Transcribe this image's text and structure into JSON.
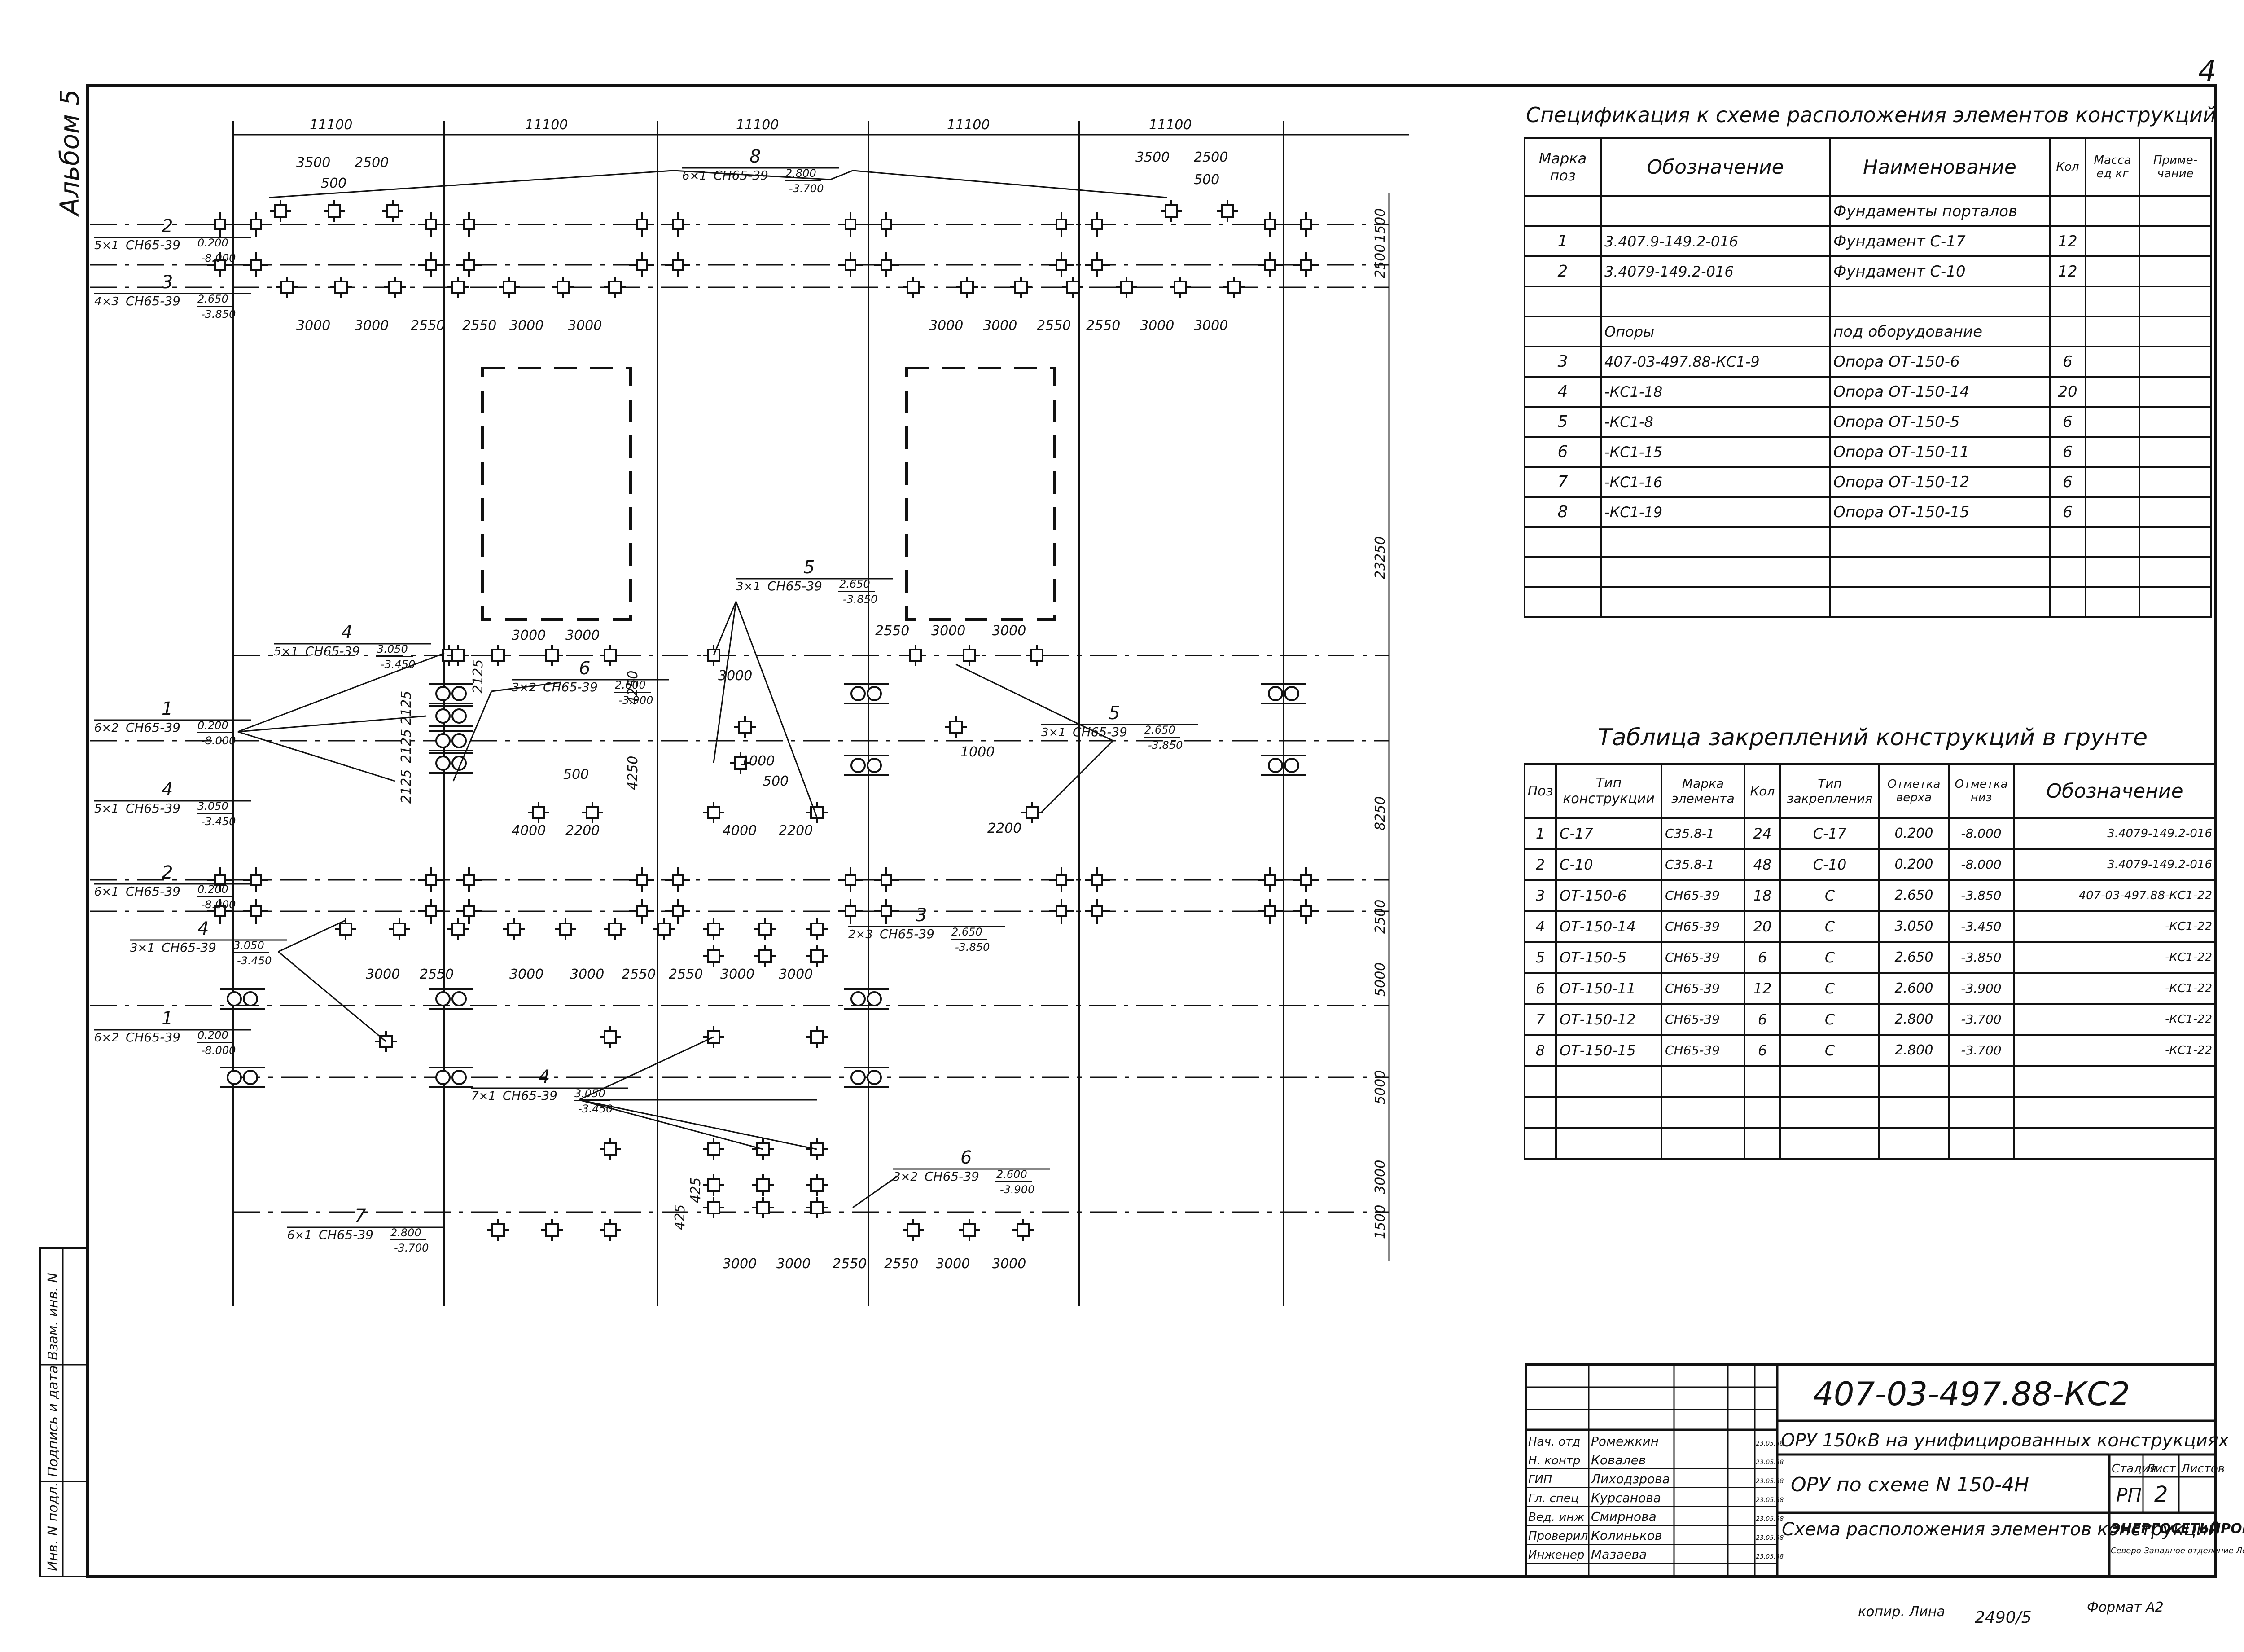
{
  "sheet": {
    "number": "4",
    "album": "Альбом 5",
    "copy_note": "копир. Лина",
    "order_no": "2490/5",
    "format": "Формат А2"
  },
  "plan": {
    "top_dims": [
      "11100",
      "11100",
      "11100",
      "11100",
      "11100"
    ],
    "right_dims": [
      "1500",
      "2500",
      "23250",
      "8250",
      "2500",
      "5000",
      "5000",
      "3000",
      "1500"
    ],
    "dims_small": {
      "a1": "3500",
      "a2": "2500",
      "a3": "500",
      "b1": "3500",
      "b2": "2500",
      "b3": "500",
      "r1": [
        "3000",
        "3000",
        "2550",
        "2550",
        "3000",
        "3000"
      ],
      "r1b": [
        "3000",
        "3000",
        "2550",
        "2550",
        "3000",
        "3000"
      ],
      "mid1": [
        "3000",
        "3000"
      ],
      "mid2": [
        "2550",
        "3000",
        "3000"
      ],
      "v1": [
        "2125",
        "2125",
        "2125",
        "2125"
      ],
      "v2": "4250",
      "v3": "4250",
      "m500": "500",
      "m500b": "500",
      "m1000": "1000",
      "m1000b": "1000",
      "m3000": "3000",
      "m4000": "4000",
      "m2200": "2200",
      "m4000b": "4000",
      "m2200b": "2200",
      "m2200c": "2200",
      "low1": [
        "3000",
        "2550"
      ],
      "low2": [
        "3000",
        "3000",
        "2550",
        "2550",
        "3000",
        "3000"
      ],
      "bot": [
        "3000",
        "3000",
        "2550",
        "2550",
        "3000",
        "3000"
      ],
      "v425": [
        "425",
        "425"
      ]
    },
    "callouts": [
      {
        "num": "8",
        "count": "6×1",
        "mark": "СН65-39",
        "top": "2.800",
        "bot": "-3.700"
      },
      {
        "num": "2",
        "count": "5×1",
        "mark": "СН65-39",
        "top": "0.200",
        "bot": "-8.000"
      },
      {
        "num": "3",
        "count": "4×3",
        "mark": "СН65-39",
        "top": "2.650",
        "bot": "-3.850"
      },
      {
        "num": "4",
        "count": "5×1",
        "mark": "СН65-39",
        "top": "3.050",
        "bot": "-3.450"
      },
      {
        "num": "6",
        "count": "3×2",
        "mark": "СН65-39",
        "top": "2.600",
        "bot": "-3.900"
      },
      {
        "num": "5",
        "count": "3×1",
        "mark": "СН65-39",
        "top": "2.650",
        "bot": "-3.850"
      },
      {
        "num": "1",
        "count": "6×2",
        "mark": "СН65-39",
        "top": "0.200",
        "bot": "-8.000"
      },
      {
        "num": "5",
        "count": "3×1",
        "mark": "СН65-39",
        "top": "2.650",
        "bot": "-3.850"
      },
      {
        "num": "4",
        "count": "5×1",
        "mark": "СН65-39",
        "top": "3.050",
        "bot": "-3.450"
      },
      {
        "num": "2",
        "count": "6×1",
        "mark": "СН65-39",
        "top": "0.200",
        "bot": "-8.000"
      },
      {
        "num": "3",
        "count": "2×3",
        "mark": "СН65-39",
        "top": "2.650",
        "bot": "-3.850"
      },
      {
        "num": "4",
        "count": "3×1",
        "mark": "СН65-39",
        "top": "3.050",
        "bot": "-3.450"
      },
      {
        "num": "1",
        "count": "6×2",
        "mark": "СН65-39",
        "top": "0.200",
        "bot": "-8.000"
      },
      {
        "num": "4",
        "count": "7×1",
        "mark": "СН65-39",
        "top": "3.050",
        "bot": "-3.450"
      },
      {
        "num": "6",
        "count": "3×2",
        "mark": "СН65-39",
        "top": "2.600",
        "bot": "-3.900"
      },
      {
        "num": "7",
        "count": "6×1",
        "mark": "СН65-39",
        "top": "2.800",
        "bot": "-3.700"
      }
    ]
  },
  "spec": {
    "title": "Спецификация к схеме расположения элементов конструкций",
    "headers": [
      "Марка поз",
      "Обозначение",
      "Наименование",
      "Кол",
      "Масса ед кг",
      "Приме-чание"
    ],
    "rows": [
      [
        "",
        "",
        "Фундаменты порталов",
        "",
        "",
        ""
      ],
      [
        "1",
        "3.407.9-149.2-016",
        "Фундамент С-17",
        "12",
        "",
        ""
      ],
      [
        "2",
        "3.4079-149.2-016",
        "Фундамент С-10",
        "12",
        "",
        ""
      ],
      [
        "",
        "",
        "",
        "",
        "",
        ""
      ],
      [
        "",
        "Опоры",
        "под оборудование",
        "",
        "",
        ""
      ],
      [
        "3",
        "407-03-497.88-КС1-9",
        "Опора ОТ-150-6",
        "6",
        "",
        ""
      ],
      [
        "4",
        "-КС1-18",
        "Опора ОТ-150-14",
        "20",
        "",
        ""
      ],
      [
        "5",
        "-КС1-8",
        "Опора ОТ-150-5",
        "6",
        "",
        ""
      ],
      [
        "6",
        "-КС1-15",
        "Опора ОТ-150-11",
        "6",
        "",
        ""
      ],
      [
        "7",
        "-КС1-16",
        "Опора ОТ-150-12",
        "6",
        "",
        ""
      ],
      [
        "8",
        "-КС1-19",
        "Опора ОТ-150-15",
        "6",
        "",
        ""
      ],
      [
        "",
        "",
        "",
        "",
        "",
        ""
      ],
      [
        "",
        "",
        "",
        "",
        "",
        ""
      ],
      [
        "",
        "",
        "",
        "",
        "",
        ""
      ]
    ]
  },
  "anchor": {
    "title": "Таблица закреплений конструкций в грунте",
    "headers": [
      "Поз",
      "Тип конструкции",
      "Марка элемента",
      "Кол",
      "Тип закрепления",
      "Отметка верха",
      "Отметка низ",
      "Обозначение"
    ],
    "rows": [
      [
        "1",
        "С-17",
        "С35.8-1",
        "24",
        "С-17",
        "0.200",
        "-8.000",
        "3.4079-149.2-016"
      ],
      [
        "2",
        "С-10",
        "С35.8-1",
        "48",
        "С-10",
        "0.200",
        "-8.000",
        "3.4079-149.2-016"
      ],
      [
        "3",
        "ОТ-150-6",
        "СН65-39",
        "18",
        "С",
        "2.650",
        "-3.850",
        "407-03-497.88-КС1-22"
      ],
      [
        "4",
        "ОТ-150-14",
        "СН65-39",
        "20",
        "С",
        "3.050",
        "-3.450",
        "-КС1-22"
      ],
      [
        "5",
        "ОТ-150-5",
        "СН65-39",
        "6",
        "С",
        "2.650",
        "-3.850",
        "-КС1-22"
      ],
      [
        "6",
        "ОТ-150-11",
        "СН65-39",
        "12",
        "С",
        "2.600",
        "-3.900",
        "-КС1-22"
      ],
      [
        "7",
        "ОТ-150-12",
        "СН65-39",
        "6",
        "С",
        "2.800",
        "-3.700",
        "-КС1-22"
      ],
      [
        "8",
        "ОТ-150-15",
        "СН65-39",
        "6",
        "С",
        "2.800",
        "-3.700",
        "-КС1-22"
      ],
      [
        "",
        "",
        "",
        "",
        "",
        "",
        "",
        ""
      ],
      [
        "",
        "",
        "",
        "",
        "",
        "",
        "",
        ""
      ],
      [
        "",
        "",
        "",
        "",
        "",
        "",
        "",
        ""
      ]
    ]
  },
  "stamp": {
    "code": "407-03-497.88-КС2",
    "line1": "ОРУ 150кВ на унифицированных конструкциях",
    "line2": "ОРУ по схеме N 150-4Н",
    "line3": "Схема расположения элементов конструкций",
    "stage_hdr": "Стадия",
    "sheet_hdr": "Лист",
    "sheets_hdr": "Листов",
    "stage": "РП",
    "sheet_no": "2",
    "org": "ЭНЕРГОСЕТЬПРОЕКТ",
    "org_sub": "Северо-Западное отделение Ленинград",
    "roles": [
      {
        "role": "Нач. отд",
        "name": "Ромежкин",
        "date": "23.05.88"
      },
      {
        "role": "Н. контр",
        "name": "Ковалев",
        "date": "23.05.88"
      },
      {
        "role": "ГИП",
        "name": "Лиходзрова",
        "date": "23.05.88"
      },
      {
        "role": "Гл. спец",
        "name": "Курсанова",
        "date": "23.05.88"
      },
      {
        "role": "Вед. инж",
        "name": "Смирнова",
        "date": "23.05.88"
      },
      {
        "role": "Проверил",
        "name": "Колиньков",
        "date": "23.05.88"
      },
      {
        "role": "Инженер",
        "name": "Мазаева",
        "date": "23.05.88"
      }
    ]
  },
  "side_stamp": {
    "labels": [
      "Инв. N подл.",
      "Подпись и дата",
      "Взам. инв. N"
    ]
  }
}
